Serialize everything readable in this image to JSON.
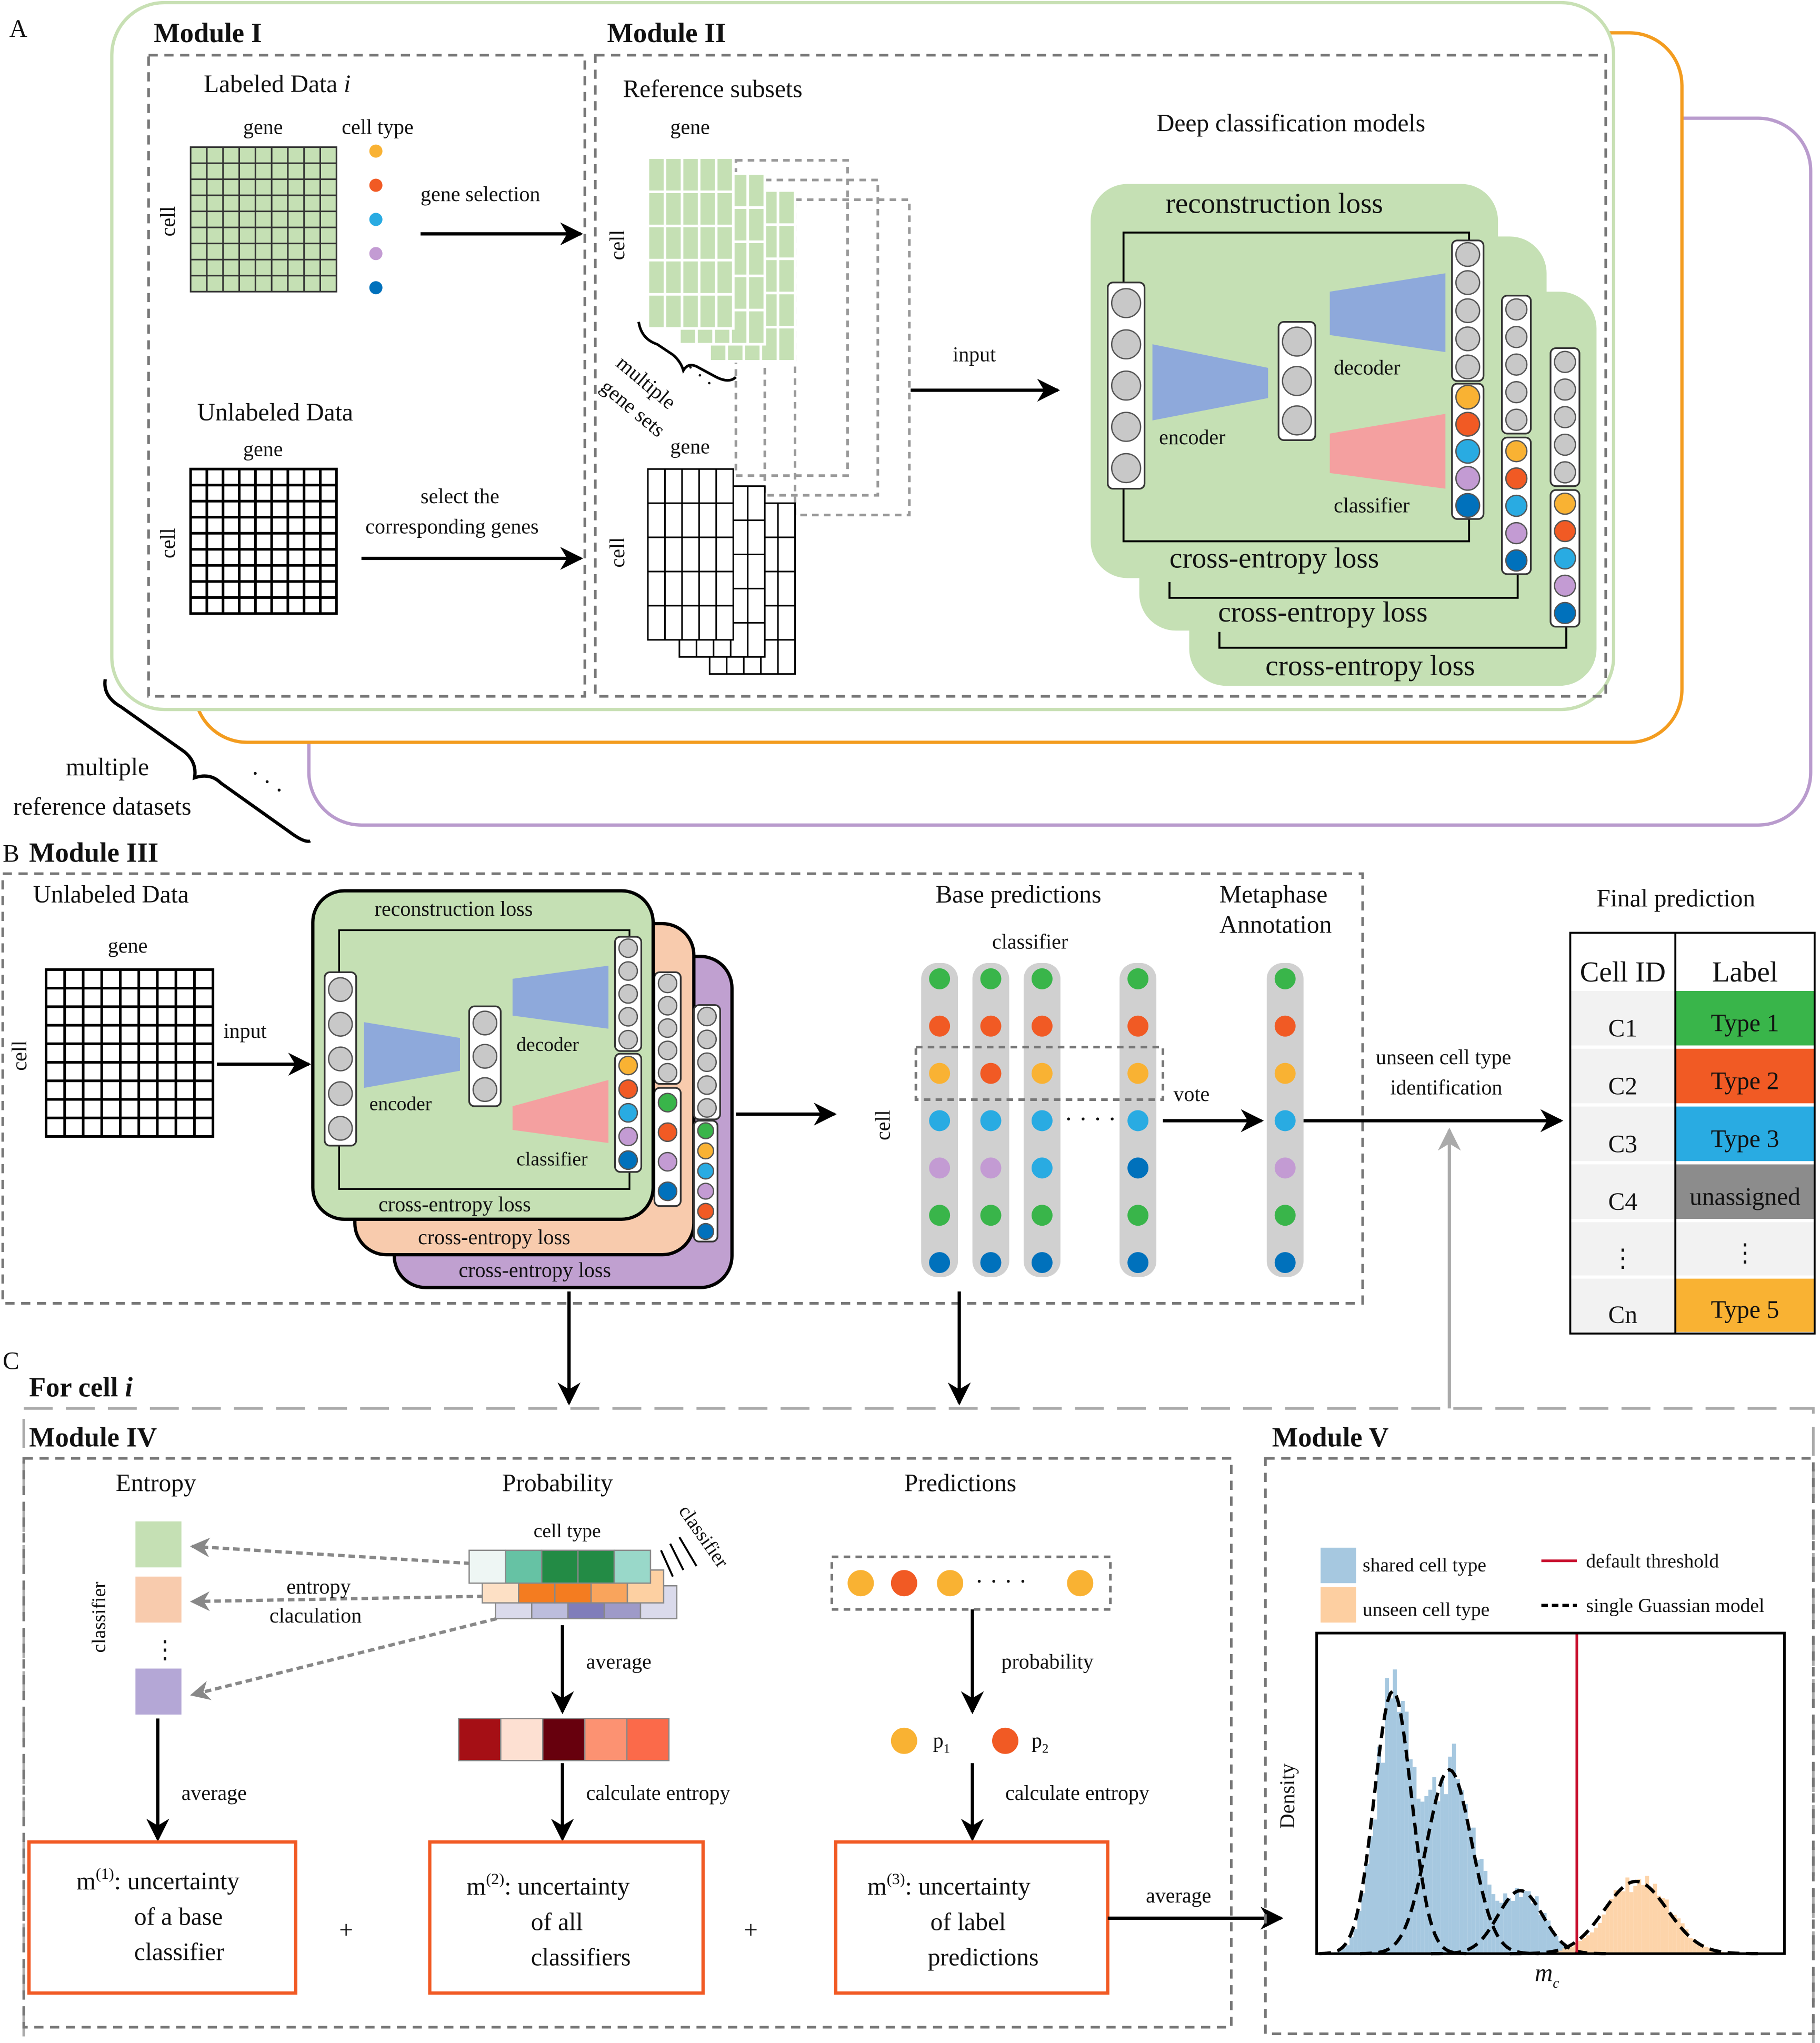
{
  "panel_a": {
    "label": "A",
    "module1": {
      "title": "Module I",
      "labeled_title": "Labeled Data ",
      "labeled_title_i": "i",
      "gene": "gene",
      "cell_type": "cell type",
      "cell": "cell",
      "gene_selection": "gene selection",
      "unlabeled_title": "Unlabeled Data",
      "gene2": "gene",
      "cell2": "cell",
      "select_line1": "select the",
      "select_line2": "corresponding genes",
      "cell_type_colors": [
        "#f9b233",
        "#f15a24",
        "#29abe2",
        "#c39bd3",
        "#0071bc"
      ]
    },
    "module2": {
      "title": "Module II",
      "reference_subsets": "Reference subsets",
      "gene": "gene",
      "cell": "cell",
      "multiple": "multiple",
      "gene_sets": "gene sets",
      "gene2": "gene",
      "cell2": "cell",
      "input": "input",
      "models_title": "Deep classification models",
      "reconstruction_loss": "reconstruction loss",
      "encoder": "encoder",
      "decoder": "decoder",
      "classifier": "classifier",
      "cross_entropy_loss": [
        "cross-entropy loss",
        "cross-entropy loss",
        "cross-entropy loss"
      ]
    },
    "multiple": "multiple",
    "reference_datasets": "reference datasets",
    "colors": {
      "green": "#c5e0b4",
      "orange": "#f39c1f",
      "purple": "#b99bcd",
      "encoder": "#8ea9db",
      "classifier": "#f4a0a0"
    }
  },
  "panel_b": {
    "label": "B",
    "title": "Module III",
    "unlabeled_title": "Unlabeled Data",
    "gene": "gene",
    "cell": "cell",
    "input": "input",
    "reconstruction_loss": "reconstruction loss",
    "encoder": "encoder",
    "decoder": "decoder",
    "classifier": "classifier",
    "cross_entropy_loss": [
      "cross-entropy loss",
      "cross-entropy loss",
      "cross-entropy loss"
    ],
    "base_predictions": "Base predictions",
    "classifier_label": "classifier",
    "cell_label": "cell",
    "vote": "vote",
    "metaphase_line1": "Metaphase",
    "metaphase_line2": "Annotation",
    "unseen_line1": "unseen cell type",
    "unseen_line2": "identification",
    "final_prediction": "Final prediction",
    "table": {
      "headers": [
        "Cell ID",
        "Label"
      ],
      "rows": [
        {
          "id": "C1",
          "label": "Type 1",
          "color": "#39b54a"
        },
        {
          "id": "C2",
          "label": "Type 2",
          "color": "#f15a24"
        },
        {
          "id": "C3",
          "label": "Type 3",
          "color": "#29abe2"
        },
        {
          "id": "C4",
          "label": "unassigned",
          "color": "#8c8c8c"
        },
        {
          "id": "⋮",
          "label": "⋮",
          "color": "#f2f2f2"
        },
        {
          "id": "Cn",
          "label": "Type 5",
          "color": "#f9b233"
        }
      ]
    },
    "base_prediction_columns": [
      [
        "#39b54a",
        "#f15a24",
        "#f9b233",
        "#29abe2",
        "#c39bd3",
        "#39b54a",
        "#0071bc"
      ],
      [
        "#39b54a",
        "#f15a24",
        "#f15a24",
        "#29abe2",
        "#c39bd3",
        "#39b54a",
        "#0071bc"
      ],
      [
        "#39b54a",
        "#f15a24",
        "#f9b233",
        "#29abe2",
        "#29abe2",
        "#39b54a",
        "#0071bc"
      ],
      [
        "#39b54a",
        "#f15a24",
        "#f9b233",
        "#29abe2",
        "#0071bc",
        "#39b54a",
        "#0071bc"
      ]
    ],
    "metaphase_column": [
      "#39b54a",
      "#f15a24",
      "#f9b233",
      "#29abe2",
      "#c39bd3",
      "#39b54a",
      "#0071bc"
    ]
  },
  "panel_c": {
    "label": "C",
    "for_cell": "For cell ",
    "for_cell_i": "i",
    "module4": {
      "title": "Module IV",
      "entropy": "Entropy",
      "probability": "Probability",
      "predictions": "Predictions",
      "classifier": "classifier",
      "cell_type": "cell type",
      "classifier2": "classifier",
      "entropy_line1": "entropy",
      "entropy_line2": "claculation",
      "average1": "average",
      "average2": "average",
      "calculate_entropy1": "calculate entropy",
      "probability_label": "probability",
      "p1": "p",
      "p1_sub": "1",
      "p2": "p",
      "p2_sub": "2",
      "calculate_entropy2": "calculate entropy",
      "m1": {
        "m": "m",
        "sup": "(1)",
        "line1": ": uncertainty",
        "line2": "of a base",
        "line3": "classifier"
      },
      "m2": {
        "m": "m",
        "sup": "(2)",
        "line1": ": uncertainty",
        "line2": "of all",
        "line3": "classifiers"
      },
      "m3": {
        "m": "m",
        "sup": "(3)",
        "line1": ": uncertainty",
        "line2": "of label",
        "line3": "predictions"
      },
      "average3": "average",
      "probability_rows": [
        [
          "#eef6f4",
          "#66c2a4",
          "#238b45",
          "#238b45",
          "#99d8c9"
        ],
        [
          "#fde0c5",
          "#f47c20",
          "#f47c20",
          "#f9a45c",
          "#fdd0a2"
        ],
        [
          "#dadaeb",
          "#bcbddc",
          "#807dba",
          "#9e9ac8",
          "#dadaeb"
        ]
      ],
      "average_row": [
        "#a50f15",
        "#fde0d2",
        "#67000d",
        "#fc9272",
        "#fb6a4a"
      ],
      "prediction_dots": [
        "#f9b233",
        "#f15a24",
        "#f9b233",
        "#f9b233"
      ]
    },
    "module5": {
      "title": "Module V",
      "legend": {
        "shared": "shared cell type",
        "unseen": "unseen cell type",
        "threshold": "default threshold",
        "gaussian": "single Guassian model"
      },
      "ylabel": "Density",
      "xlabel": "m",
      "xlabel_sub": "c",
      "colors": {
        "shared": "#a6c8e0",
        "unseen": "#fdcfa1",
        "threshold": "#c8102e"
      }
    }
  }
}
